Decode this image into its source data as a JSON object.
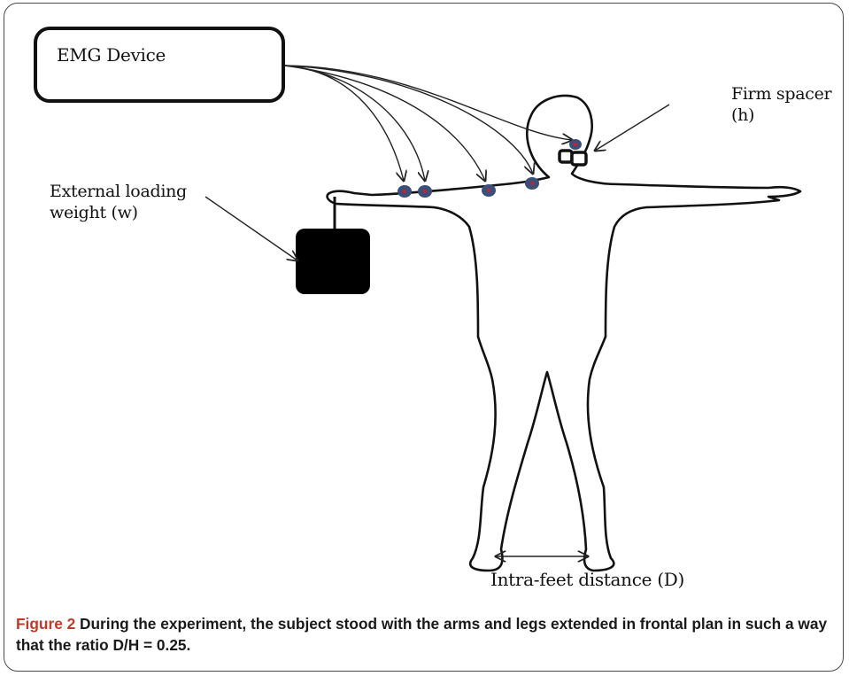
{
  "labels": {
    "emg_device": "EMG Device",
    "external_weight_line1": "External loading",
    "external_weight_line2": "weight (w)",
    "firm_spacer_line1": "Firm spacer",
    "firm_spacer_line2": "(h)",
    "intra_feet": "Intra-feet distance (D)"
  },
  "caption": {
    "figure_label": "Figure 2",
    "text": " During the experiment, the subject stood with the arms and legs extended in frontal plan in such a way that the ratio D/H = 0.25."
  },
  "colors": {
    "electrode": "#3b4f7a",
    "electrode_center": "#cc1f2a",
    "figure_label": "#c0392b"
  }
}
